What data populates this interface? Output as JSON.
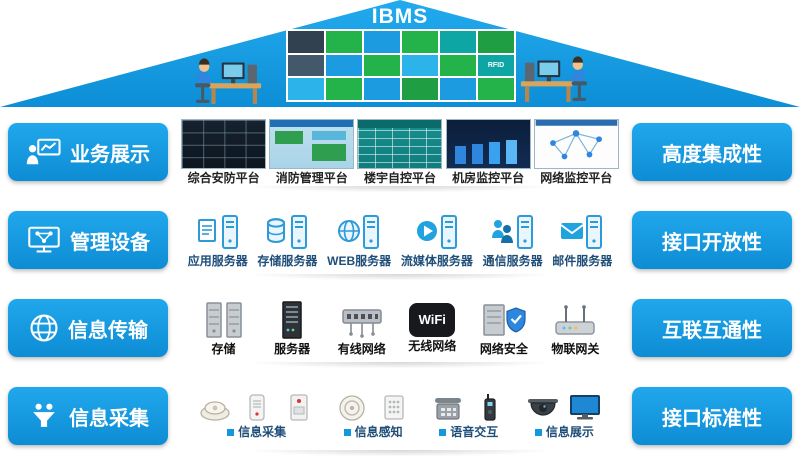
{
  "colors": {
    "accent_blue": "#1398dd",
    "roof_blue": "#1aa3e8",
    "pill_gradient_top": "#21a7ec",
    "pill_gradient_bottom": "#0d8cd4"
  },
  "roof": {
    "title": "IBMS",
    "dashboard_tile_text": "RFID"
  },
  "rows": [
    {
      "left_label": "业务展示",
      "right_label": "高度集成性",
      "platforms": [
        {
          "label": "综合安防平台"
        },
        {
          "label": "消防管理平台"
        },
        {
          "label": "楼宇自控平台"
        },
        {
          "label": "机房监控平台"
        },
        {
          "label": "网络监控平台"
        }
      ]
    },
    {
      "left_label": "管理设备",
      "right_label": "接口开放性",
      "servers": [
        {
          "label": "应用服务器"
        },
        {
          "label": "存储服务器"
        },
        {
          "label": "WEB服务器"
        },
        {
          "label": "流媒体服务器"
        },
        {
          "label": "通信服务器"
        },
        {
          "label": "邮件服务器"
        }
      ]
    },
    {
      "left_label": "信息传输",
      "right_label": "互联互通性",
      "devices": [
        {
          "label": "存储"
        },
        {
          "label": "服务器"
        },
        {
          "label": "有线网络"
        },
        {
          "label": "无线网络",
          "icon_text": "WiFi"
        },
        {
          "label": "网络安全"
        },
        {
          "label": "物联网关"
        }
      ]
    },
    {
      "left_label": "信息采集",
      "right_label": "接口标准性",
      "groups": [
        {
          "label": "信息采集"
        },
        {
          "label": "信息感知"
        },
        {
          "label": "语音交互"
        },
        {
          "label": "信息展示"
        }
      ]
    }
  ]
}
